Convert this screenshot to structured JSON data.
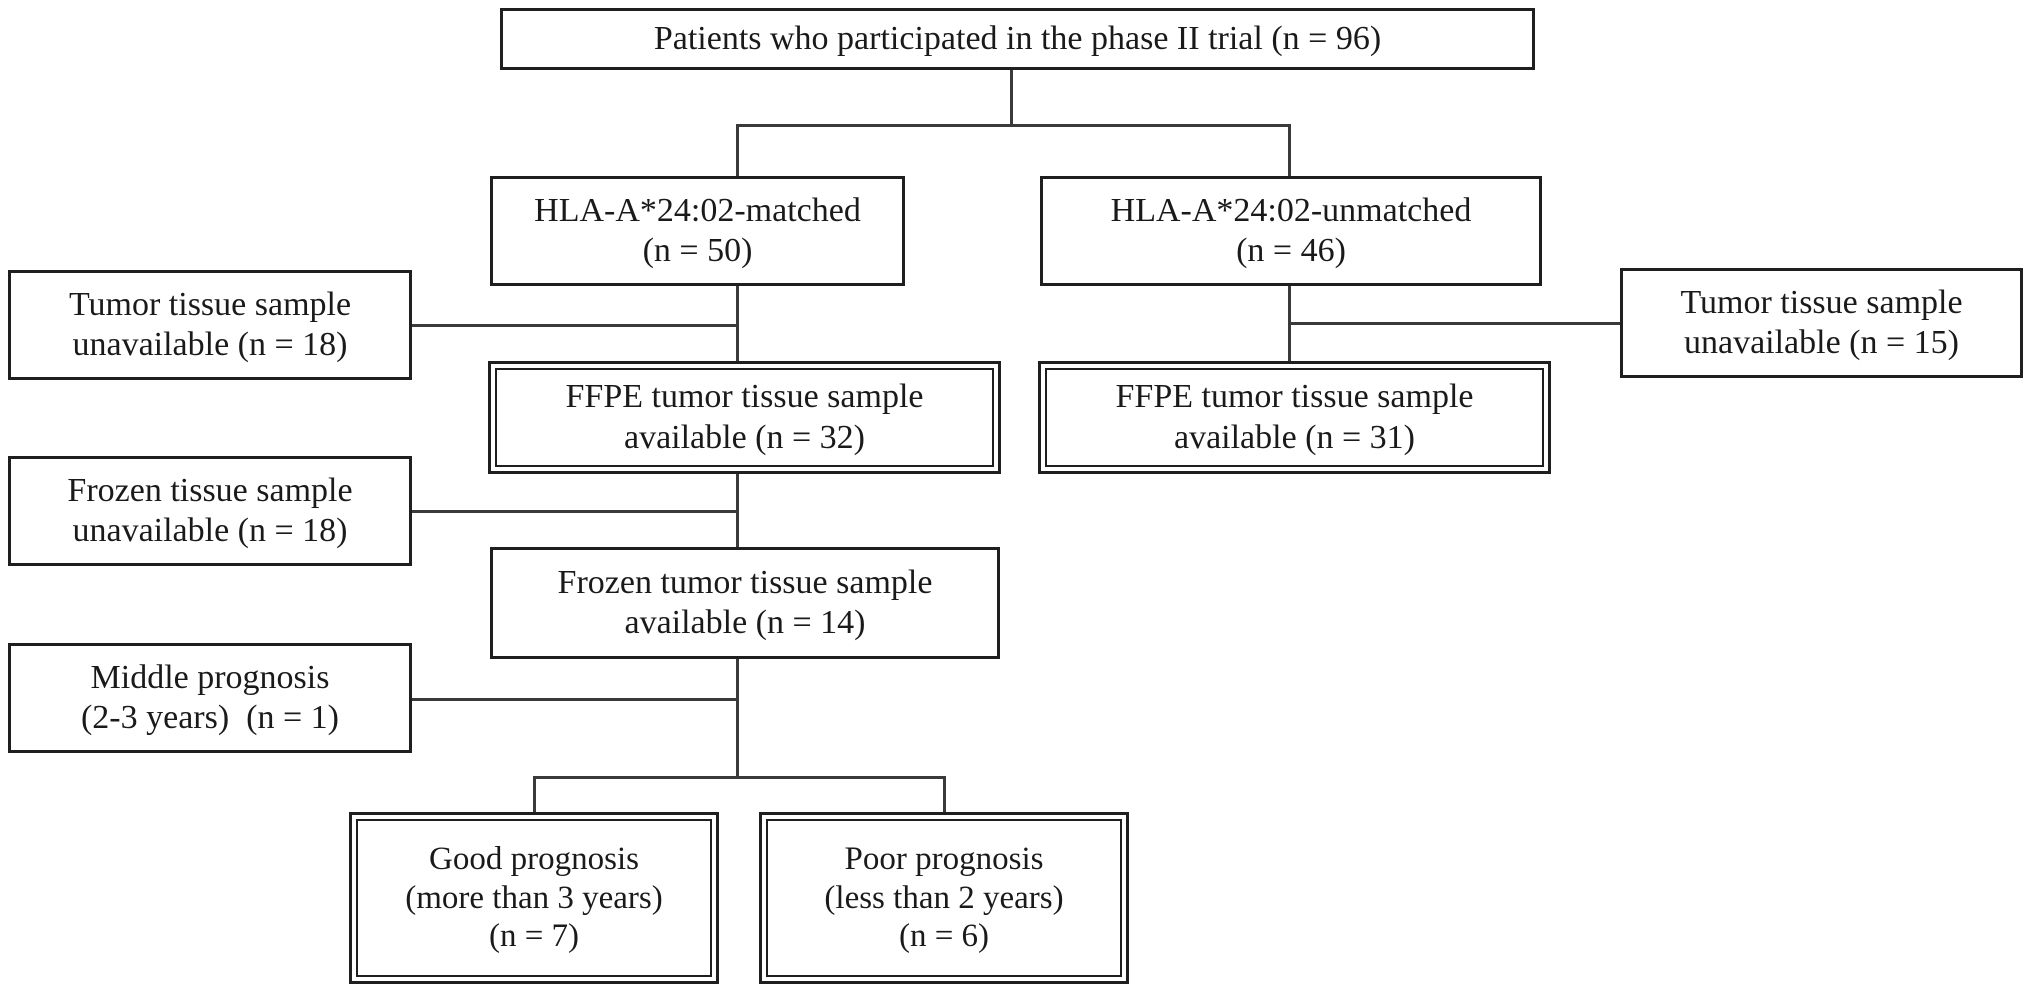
{
  "diagram": {
    "title": "Patient flow diagram for phase II trial tissue sample availability",
    "type": "flowchart",
    "stroke_color": "#1f1f1f",
    "background_color": "#ffffff"
  },
  "nodes": {
    "root": {
      "id": "root",
      "border": "single",
      "lines": [
        "Patients who participated in the phase II trial (n = 96)"
      ]
    },
    "matched": {
      "id": "matched",
      "border": "single",
      "lines": [
        "HLA-A*24:02-matched",
        "(n = 50)"
      ]
    },
    "unmatched": {
      "id": "unmatched",
      "border": "single",
      "lines": [
        "HLA-A*24:02-unmatched",
        "(n = 46)"
      ]
    },
    "tumor_unavailable_left": {
      "id": "tumor-unavailable-left",
      "border": "single",
      "lines": [
        "Tumor tissue sample",
        "unavailable (n = 18)"
      ]
    },
    "tumor_unavailable_right": {
      "id": "tumor-unavailable-right",
      "border": "single",
      "lines": [
        "Tumor tissue sample",
        "unavailable (n = 15)"
      ]
    },
    "ffpe_left": {
      "id": "ffpe-left",
      "border": "double",
      "lines": [
        "FFPE tumor tissue sample",
        "available (n = 32)"
      ]
    },
    "ffpe_right": {
      "id": "ffpe-right",
      "border": "double",
      "lines": [
        "FFPE tumor tissue sample",
        "available (n = 31)"
      ]
    },
    "frozen_unavailable": {
      "id": "frozen-unavailable",
      "border": "single",
      "lines": [
        "Frozen tissue sample",
        "unavailable (n = 18)"
      ]
    },
    "frozen_available": {
      "id": "frozen-available",
      "border": "single",
      "lines": [
        "Frozen tumor tissue sample",
        "available (n = 14)"
      ]
    },
    "middle_prognosis": {
      "id": "middle-prognosis",
      "border": "single",
      "lines": [
        "Middle prognosis",
        "(2-3 years)  (n = 1)"
      ]
    },
    "good_prognosis": {
      "id": "good-prognosis",
      "border": "double",
      "lines": [
        "Good prognosis",
        "(more than 3 years)",
        "(n = 7)"
      ]
    },
    "poor_prognosis": {
      "id": "poor-prognosis",
      "border": "double",
      "lines": [
        "Poor prognosis",
        "(less than 2 years)",
        "(n = 6)"
      ]
    }
  },
  "counts": {
    "total": 96,
    "matched": 50,
    "unmatched": 46,
    "tumor_unavailable_matched": 18,
    "tumor_unavailable_unmatched": 15,
    "ffpe_matched": 32,
    "ffpe_unmatched": 31,
    "frozen_unavailable": 18,
    "frozen_available": 14,
    "middle_prognosis": 1,
    "good_prognosis": 7,
    "poor_prognosis": 6
  }
}
